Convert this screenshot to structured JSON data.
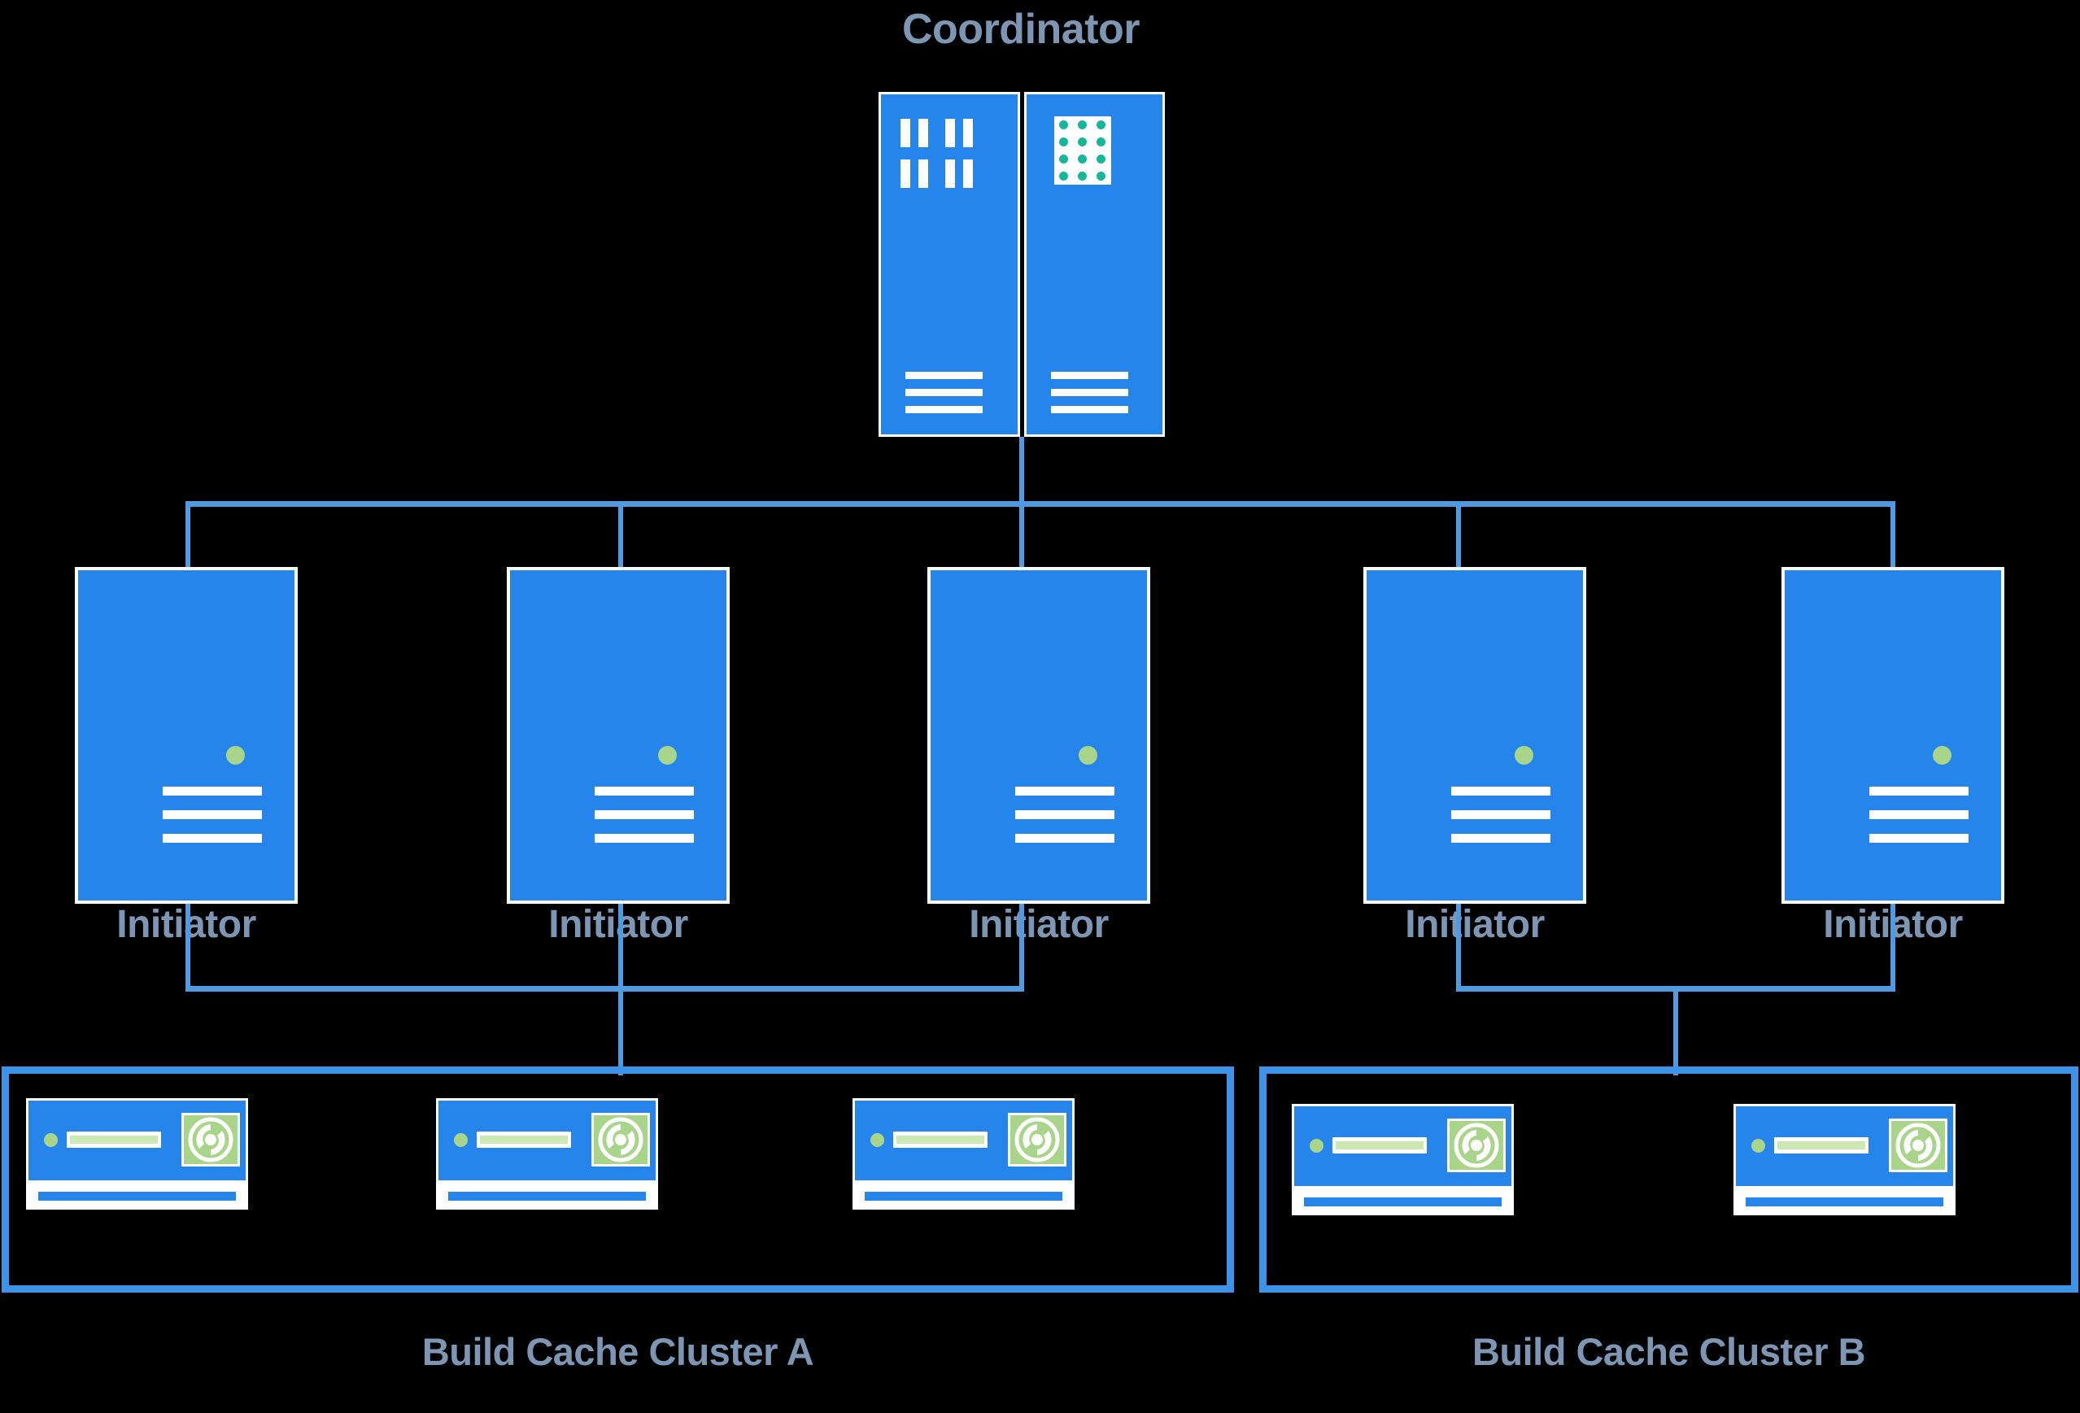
{
  "diagram": {
    "title_visible": false,
    "background_color": "#000000",
    "accent_blue": "#2585ea",
    "line_blue": "#4f9ae0",
    "text_color": "#7d96b3",
    "green": "#a8d58a",
    "teal": "#15b79a"
  },
  "coordinator": {
    "label": "Coordinator",
    "icon_name": "server-rack-dual-panel-icon",
    "left_panel_icon": "vertical-bars-icon",
    "right_panel_icon": "dot-matrix-grid-icon",
    "left_panel_bar_count": 8,
    "right_panel_dot_rows": 4,
    "right_panel_dot_cols": 3,
    "bottom_line_count": 3
  },
  "initiators": [
    {
      "label": "Initiator",
      "icon_name": "server-tower-icon",
      "status_dot": "green"
    },
    {
      "label": "Initiator",
      "icon_name": "server-tower-icon",
      "status_dot": "green"
    },
    {
      "label": "Initiator",
      "icon_name": "server-tower-icon",
      "status_dot": "green"
    },
    {
      "label": "Initiator",
      "icon_name": "server-tower-icon",
      "status_dot": "green"
    },
    {
      "label": "Initiator",
      "icon_name": "server-tower-icon",
      "status_dot": "green"
    }
  ],
  "clusters": [
    {
      "label": "Build Cache Cluster A",
      "device_count": 3,
      "devices": [
        {
          "icon_name": "cache-appliance-icon",
          "status_dot": "green",
          "disc_icon": "disc-platter-icon"
        },
        {
          "icon_name": "cache-appliance-icon",
          "status_dot": "green",
          "disc_icon": "disc-platter-icon"
        },
        {
          "icon_name": "cache-appliance-icon",
          "status_dot": "green",
          "disc_icon": "disc-platter-icon"
        }
      ]
    },
    {
      "label": "Build Cache Cluster B",
      "device_count": 2,
      "devices": [
        {
          "icon_name": "cache-appliance-icon",
          "status_dot": "green",
          "disc_icon": "disc-platter-icon"
        },
        {
          "icon_name": "cache-appliance-icon",
          "status_dot": "green",
          "disc_icon": "disc-platter-icon"
        }
      ]
    }
  ]
}
